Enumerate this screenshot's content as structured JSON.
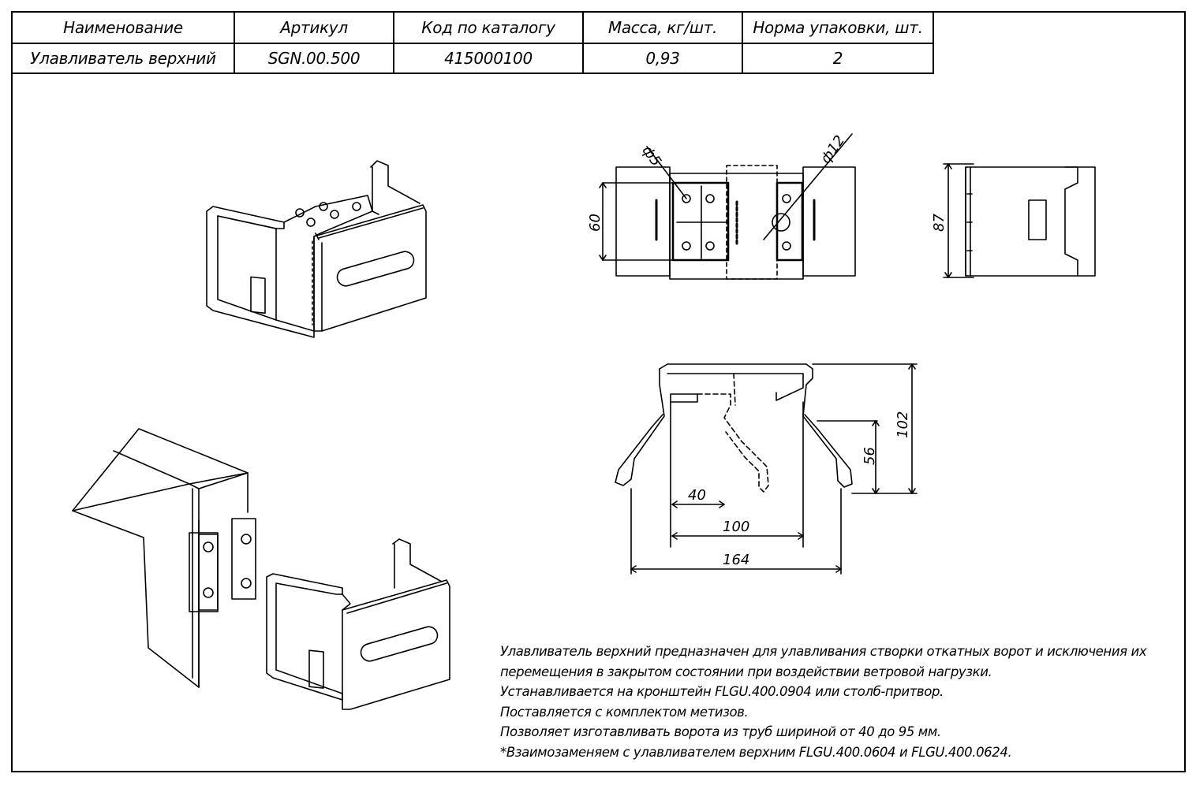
{
  "spec_table": {
    "headers": [
      "Наименование",
      "Артикул",
      "Код по каталогу",
      "Масса, кг/шт.",
      "Норма упаковки, шт."
    ],
    "row": [
      "Улавливатель верхний",
      "SGN.00.500",
      "415000100",
      "0,93",
      "2"
    ]
  },
  "dimensions": {
    "top_view": {
      "hole_small": "ф5",
      "hole_large": "ф12",
      "height": "60"
    },
    "side_view": {
      "height": "87"
    },
    "front_view": {
      "inner_offset": "40",
      "inner_width": "100",
      "outer_width": "164",
      "mid_height": "56",
      "total_height": "102"
    }
  },
  "description": [
    "Улавливатель верхний предназначен для улавливания створки откатных ворот и исключения их",
    "перемещения в закрытом состоянии при воздействии ветровой нагрузки.",
    "Устанавливается на кронштейн FLGU.400.0904 или столб-притвор.",
    "Поставляется с комплектом метизов.",
    "Позволяет изготавливать ворота из труб шириной от 40 до 95 мм.",
    "*Взаимозаменяем с улавливателем верхним FLGU.400.0604 и FLGU.400.0624."
  ]
}
